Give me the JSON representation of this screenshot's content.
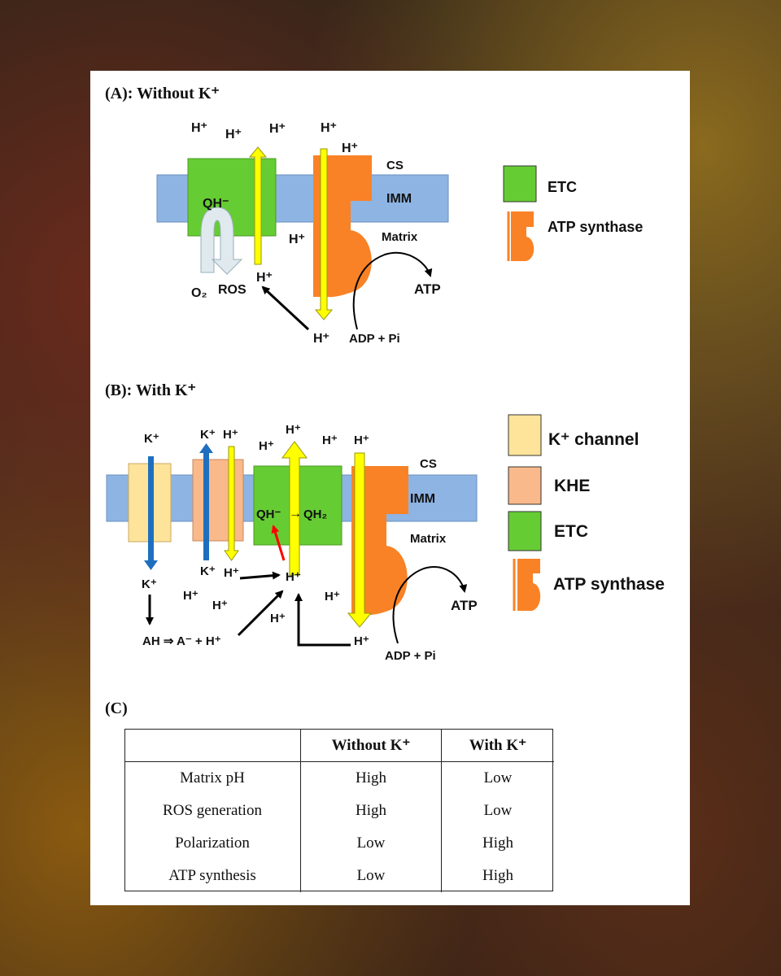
{
  "panel_a": {
    "title": "(A): Without K⁺",
    "h_plus": "H⁺",
    "qh_label": "QH⁻",
    "o2_label": "O₂",
    "ros_label": "ROS",
    "cs_label": "CS",
    "imm_label": "IMM",
    "matrix_label": "Matrix",
    "atp_label": "ATP",
    "adp_label": "ADP + Pi",
    "legend": {
      "etc": "ETC",
      "atp_synthase": "ATP synthase"
    },
    "colors": {
      "membrane": "#8eb4e3",
      "etc": "#66cc33",
      "atp_synthase": "#f98226",
      "channel_arrow": "#ffff00"
    }
  },
  "panel_b": {
    "title": "(B): With K⁺",
    "k_plus": "K⁺",
    "h_plus": "H⁺",
    "qh_label": "QH⁻",
    "qh2_label": "QH₂",
    "cs_label": "CS",
    "imm_label": "IMM",
    "matrix_label": "Matrix",
    "atp_label": "ATP",
    "adp_label": "ADP + Pi",
    "reaction": "AH ⇒ A⁻ + H⁺",
    "legend": {
      "k_channel": "K⁺ channel",
      "khe": "KHE",
      "etc": "ETC",
      "atp_synthase": "ATP synthase"
    },
    "colors": {
      "k_channel": "#fde49a",
      "khe": "#f9b98a",
      "k_arrow": "#1f6fbf",
      "red_arrow": "#ff0000"
    }
  },
  "panel_c": {
    "title": "(C)",
    "headers": [
      "",
      "Without K⁺",
      "With K⁺"
    ],
    "rows": [
      [
        "Matrix pH",
        "High",
        "Low"
      ],
      [
        "ROS generation",
        "High",
        "Low"
      ],
      [
        "Polarization",
        "Low",
        "High"
      ],
      [
        "ATP synthesis",
        "Low",
        "High"
      ]
    ]
  }
}
